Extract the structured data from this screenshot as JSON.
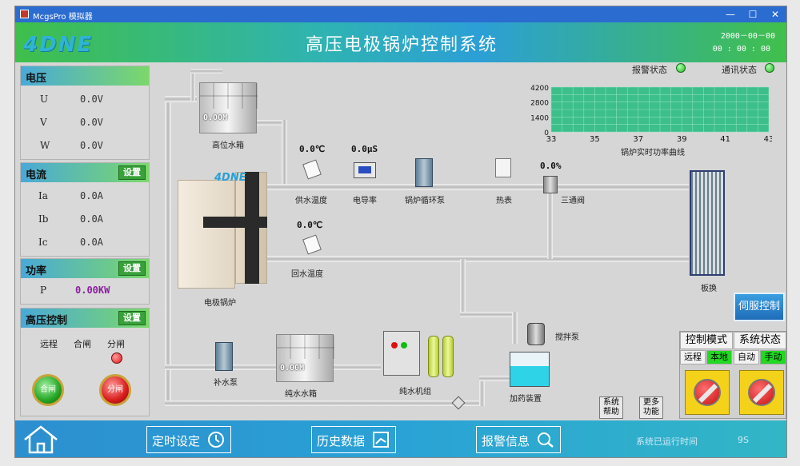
{
  "window": {
    "title": "McgsPro 模拟器",
    "min": "—",
    "max": "☐",
    "close": "✕"
  },
  "header": {
    "logo": "4DNE",
    "title": "高压电极锅炉控制系统",
    "date": "2000－00－00",
    "time": "00 : 00 : 00"
  },
  "status": {
    "alarm_label": "报警状态",
    "comm_label": "通讯状态"
  },
  "voltage": {
    "title": "电压",
    "rows": [
      {
        "name": "U",
        "value": "0.0V"
      },
      {
        "name": "V",
        "value": "0.0V"
      },
      {
        "name": "W",
        "value": "0.0V"
      }
    ]
  },
  "current": {
    "title": "电流",
    "set": "设置",
    "rows": [
      {
        "name": "Ia",
        "value": "0.0A"
      },
      {
        "name": "Ib",
        "value": "0.0A"
      },
      {
        "name": "Ic",
        "value": "0.0A"
      }
    ]
  },
  "power": {
    "title": "功率",
    "set": "设置",
    "name": "P",
    "value": "0.00KW"
  },
  "hv": {
    "title": "高压控制",
    "set": "设置",
    "remote": "远程",
    "close": "合闸",
    "open": "分闸",
    "btn_close": "合闸",
    "btn_open": "分闸"
  },
  "process": {
    "high_tank": {
      "label": "高位水箱",
      "value": "0.00M"
    },
    "boiler": {
      "label": "电极锅炉",
      "logo": "4DNE"
    },
    "supply_temp": {
      "label": "供水温度",
      "value": "0.0℃"
    },
    "conductivity": {
      "label": "电导率",
      "value": "0.0μS"
    },
    "circ_pump": {
      "label": "锅炉循环泵"
    },
    "heat_meter": {
      "label": "热表"
    },
    "three_way": {
      "label": "三通阀",
      "value": "0.0%"
    },
    "return_temp": {
      "label": "回水温度",
      "value": "0.0℃"
    },
    "plate": {
      "label": "板换"
    },
    "makeup_pump": {
      "label": "补水泵"
    },
    "pure_tank": {
      "label": "纯水水箱",
      "value": "0.00M"
    },
    "pure_unit": {
      "label": "纯水机组"
    },
    "stir_pump": {
      "label": "搅拌泵"
    },
    "dosing": {
      "label": "加药装置"
    }
  },
  "chart_data": {
    "type": "area",
    "title": "",
    "xlabel": "锅炉实时功率曲线",
    "ylabel": "",
    "x_ticks": [
      "33",
      "35",
      "37",
      "39",
      "41",
      "43"
    ],
    "y_ticks": [
      "0",
      "1400",
      "2800",
      "4200"
    ],
    "xlim": [
      33,
      43
    ],
    "ylim": [
      0,
      4200
    ],
    "grid": true,
    "series": []
  },
  "servo": {
    "label": "伺服控制"
  },
  "control": {
    "mode_title": "控制模式",
    "sys_title": "系统状态",
    "remote": "远程",
    "local": "本地",
    "auto": "自动",
    "manual": "手动"
  },
  "help": {
    "sys_help": "系统帮助",
    "more": "更多功能"
  },
  "footer": {
    "timer": "定时设定",
    "history": "历史数据",
    "alarm": "报警信息",
    "runtime_label": "系统已运行时间",
    "runtime": "9S"
  },
  "colors": {
    "green": "#38a13a",
    "header_blue": "#2c9fd6",
    "chart_green": "#3cbf8a"
  }
}
